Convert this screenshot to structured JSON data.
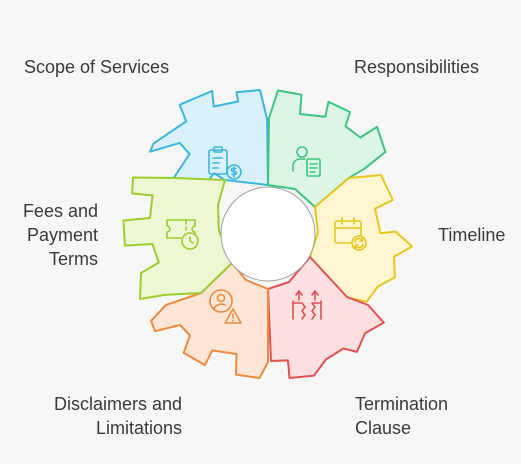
{
  "segments": [
    {
      "id": "scope",
      "label": "Scope of Services",
      "icon": "clipboard-dollar-icon",
      "fill": "#d9f1fb",
      "stroke": "#3bb7dd"
    },
    {
      "id": "responsibilities",
      "label": "Responsibilities",
      "icon": "person-document-icon",
      "fill": "#dcf6e6",
      "stroke": "#3ec47d"
    },
    {
      "id": "timeline",
      "label": "Timeline",
      "icon": "calendar-refresh-icon",
      "fill": "#fdf6cf",
      "stroke": "#e7c61d"
    },
    {
      "id": "termination",
      "label": "Termination\nClause",
      "icon": "broken-link-icon",
      "fill": "#fde1e1",
      "stroke": "#e35151"
    },
    {
      "id": "disclaimers",
      "label": "Disclaimers and\nLimitations",
      "icon": "person-warning-icon",
      "fill": "#fde6d6",
      "stroke": "#ee8a3e"
    },
    {
      "id": "fees",
      "label": "Fees and\nPayment\nTerms",
      "icon": "ticket-clock-icon",
      "fill": "#eef7d3",
      "stroke": "#9ccd2e"
    }
  ]
}
